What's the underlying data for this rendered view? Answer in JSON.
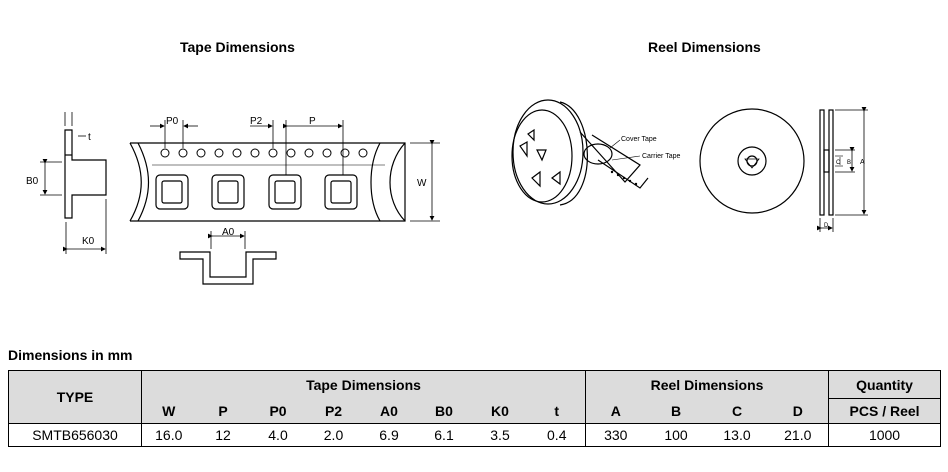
{
  "titles": {
    "tape": "Tape Dimensions",
    "reel": "Reel Dimensions",
    "table_caption": "Dimensions in mm"
  },
  "tape_labels": {
    "t": "t",
    "b0": "B0",
    "k0": "K0",
    "p0": "P0",
    "p2": "P2",
    "p": "P",
    "w": "W",
    "a0": "A0"
  },
  "reel_labels": {
    "cover_tape": "Cover Tape",
    "carrier_tape": "Carrier Tape",
    "a": "A",
    "b": "B",
    "c": "C",
    "d": "D"
  },
  "table": {
    "type_header": "TYPE",
    "tape_group": "Tape Dimensions",
    "reel_group": "Reel Dimensions",
    "quantity_header": "Quantity",
    "quantity_sub": "PCS / Reel",
    "tape_cols": [
      "W",
      "P",
      "P0",
      "P2",
      "A0",
      "B0",
      "K0",
      "t"
    ],
    "reel_cols": [
      "A",
      "B",
      "C",
      "D"
    ],
    "row": {
      "type": "SMTB656030",
      "tape_values": [
        "16.0",
        "12",
        "4.0",
        "2.0",
        "6.9",
        "6.1",
        "3.5",
        "0.4"
      ],
      "reel_values": [
        "330",
        "100",
        "13.0",
        "21.0"
      ],
      "quantity": "1000"
    }
  },
  "colors": {
    "header_bg": "#dcdcdc",
    "line": "#000000",
    "fill": "#ffffff"
  }
}
